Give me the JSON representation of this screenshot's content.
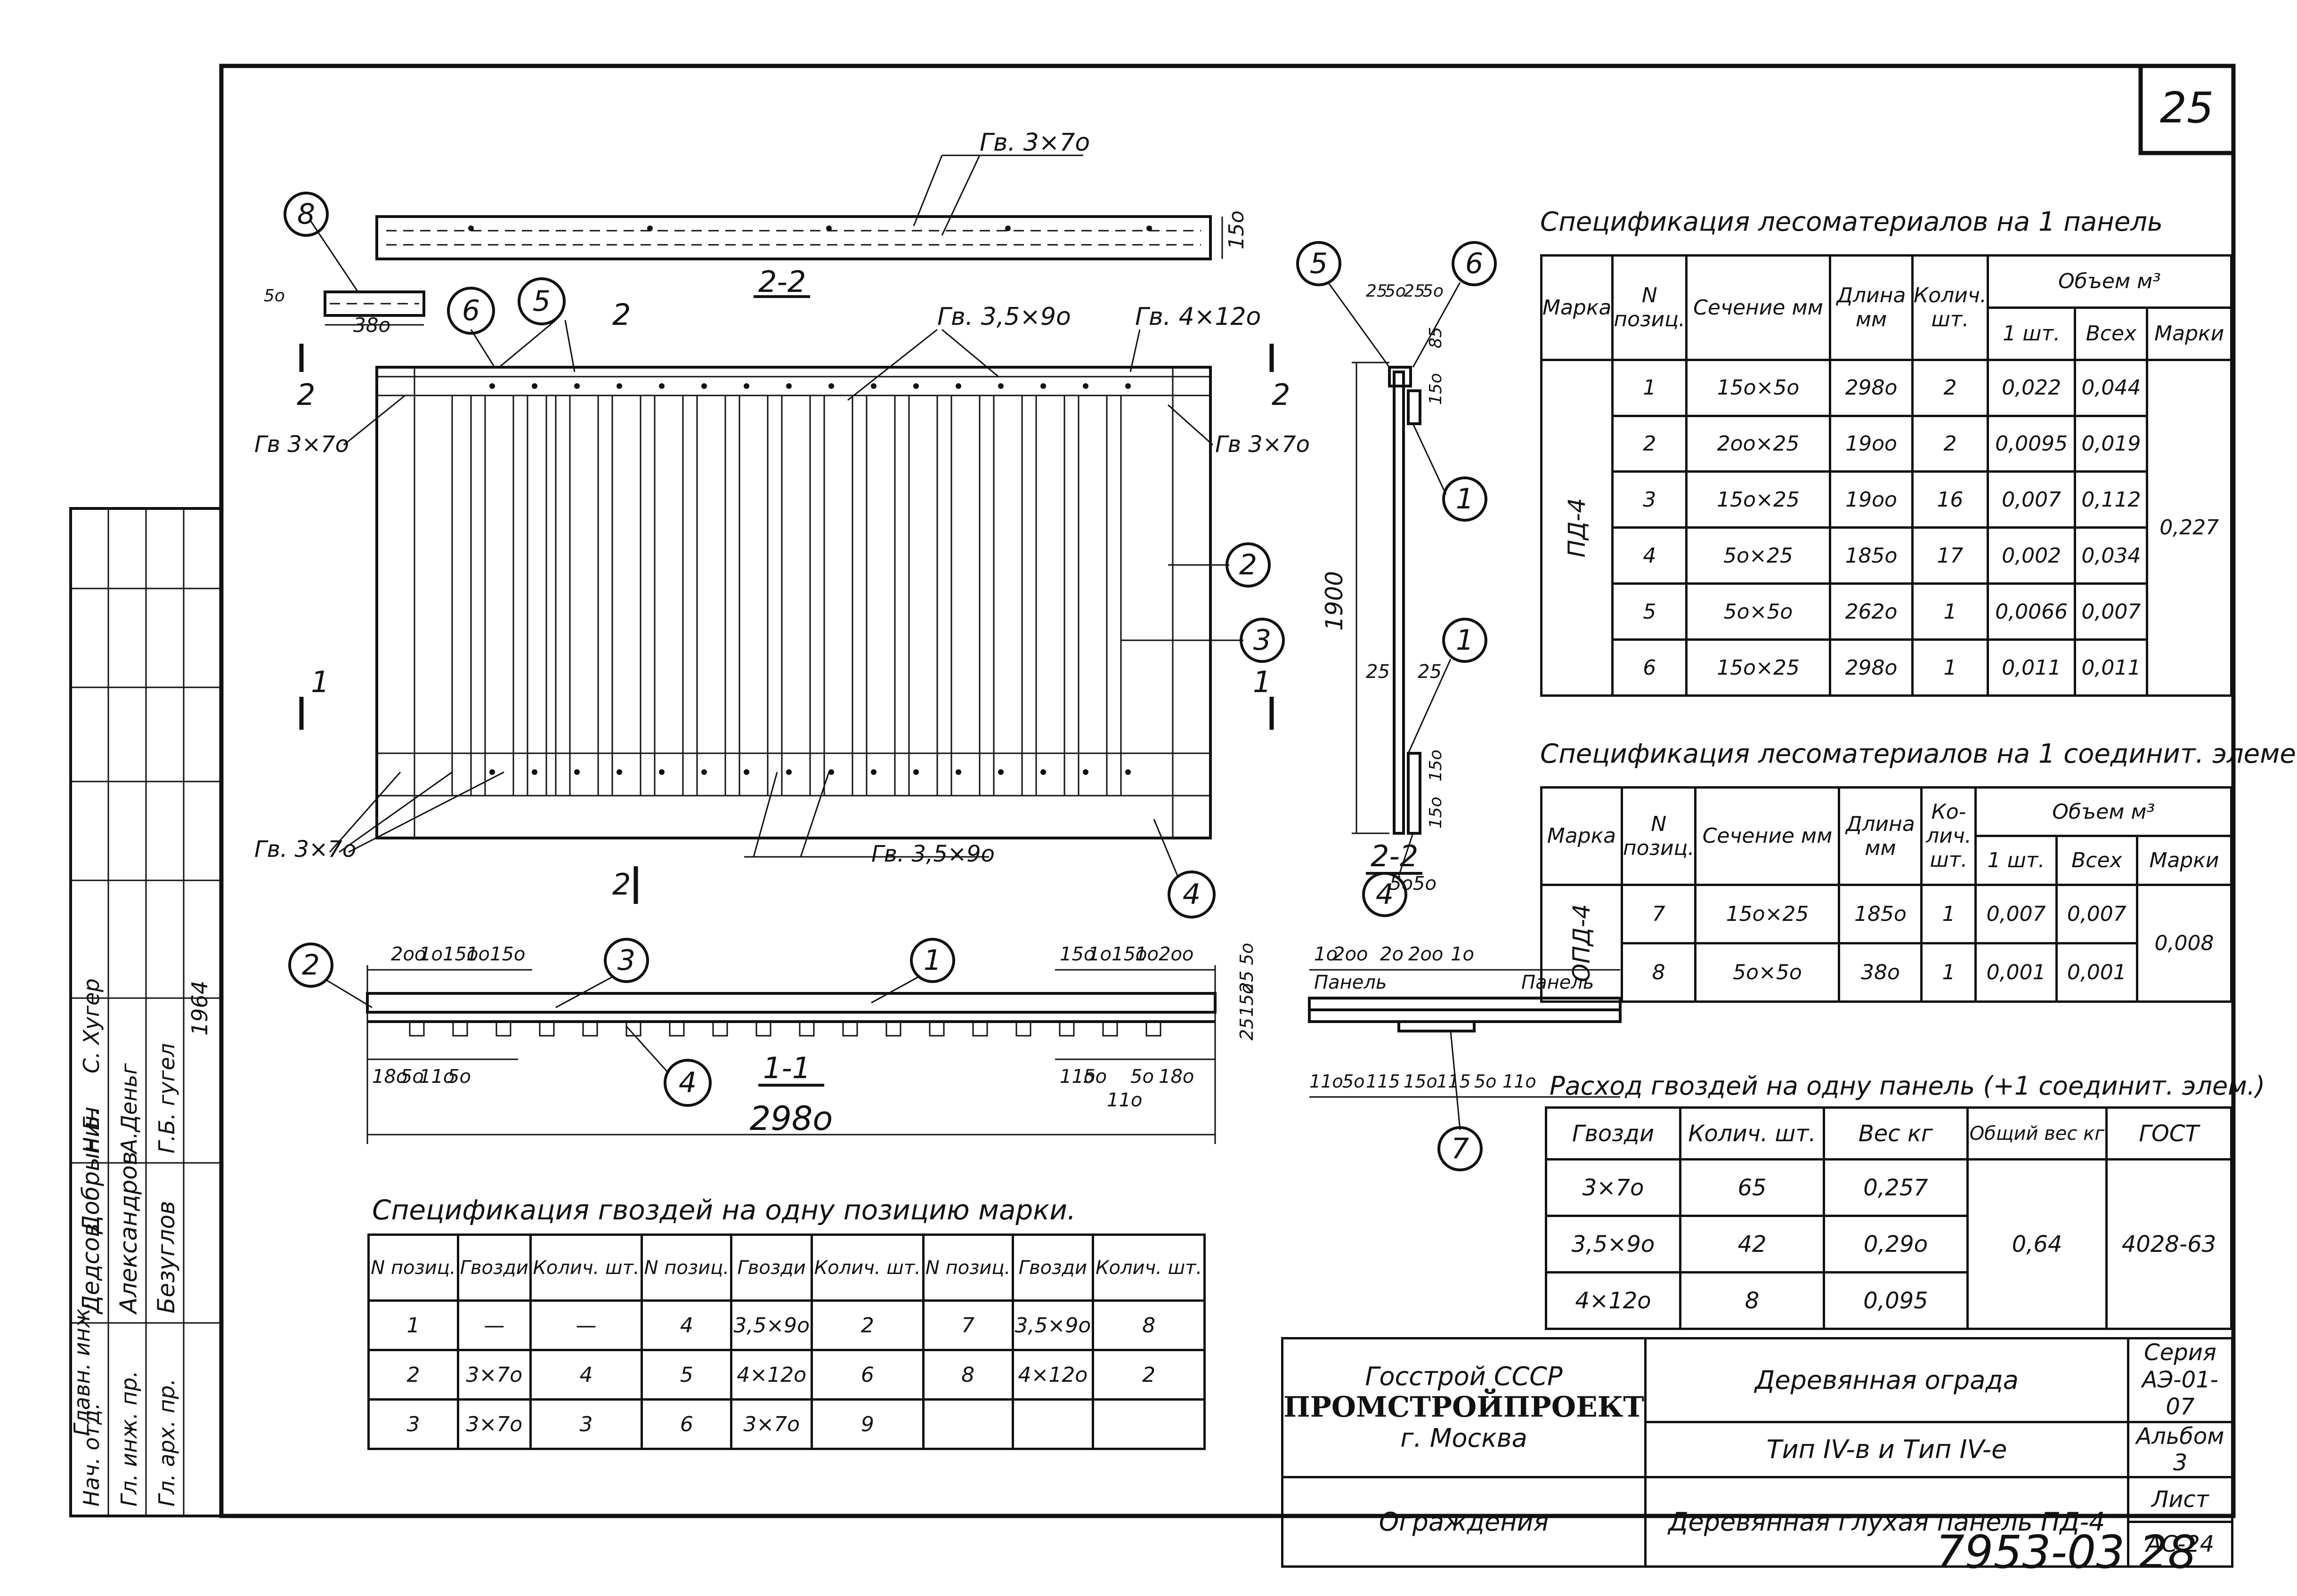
{
  "sheet_number": "25",
  "doc_number": "7953-03  28",
  "section_2_2_top": "2-2",
  "section_2_2_side": "2-2",
  "section_1_1": "1-1",
  "section_2_cut": "2",
  "section_1_cut": "1",
  "main_width": "298о",
  "small_piece_len": "38о",
  "side_height": "1900",
  "nail_labels": {
    "top_board": "Гв. 3×7о",
    "front_a": "Гв. 3,5×9о",
    "front_b": "Гв. 4×12о",
    "left_top": "Гв 3×7о",
    "right_top": "Гв 3×7о",
    "left_bottom": "Гв. 3×7о",
    "bottom_mid": "Гв. 3,5×9о"
  },
  "callouts": [
    "1",
    "2",
    "3",
    "4",
    "5",
    "6",
    "7",
    "8"
  ],
  "dims_1_1_top": [
    "2оо",
    "1о",
    "15о",
    "1о",
    "15о"
  ],
  "dims_1_1_top_r": [
    "15о",
    "1о",
    "15о",
    "1о",
    "2оо"
  ],
  "dims_1_1_bot": [
    "18о",
    "5о",
    "11о",
    "5о"
  ],
  "dims_1_1_bot_r": [
    "11о",
    "5о",
    "5о",
    "18о"
  ],
  "dims_1_1_bot_r2": "11о",
  "dims_1_1_side": [
    "5о",
    "25",
    "15о",
    "25"
  ],
  "joint_dims_top": [
    "1о",
    "2оо",
    "2о",
    "2оо",
    "1о"
  ],
  "joint_dims_bot": [
    "11о",
    "5о",
    "115",
    "15о",
    "115",
    "5о",
    "11о"
  ],
  "joint_labels": [
    "Панель",
    "Панель"
  ],
  "side_dims_top": [
    "25",
    "5о",
    "25",
    "5о"
  ],
  "side_dims_mid": [
    "25",
    "25"
  ],
  "side_dims_bot": [
    "5о",
    "5о"
  ],
  "side_dims_right": [
    "85",
    "15о",
    "15о",
    "15о"
  ],
  "top_board_dim": "15о",
  "small_dim": "5о",
  "spec1": {
    "title": "Спецификация лесоматериалов на  1 панель",
    "headers": [
      "Марка",
      "N позиц.",
      "Сечение мм",
      "Длина мм",
      "Колич. шт.",
      "Объем  м³",
      "1 шт.",
      "Всех",
      "Марки"
    ],
    "mark": "ПД-4",
    "total": "0,227",
    "rows": [
      [
        "1",
        "15о×5о",
        "298о",
        "2",
        "0,022",
        "0,044"
      ],
      [
        "2",
        "2оо×25",
        "19оо",
        "2",
        "0,0095",
        "0,019"
      ],
      [
        "3",
        "15о×25",
        "19оо",
        "16",
        "0,007",
        "0,112"
      ],
      [
        "4",
        "5о×25",
        "185о",
        "17",
        "0,002",
        "0,034"
      ],
      [
        "5",
        "5о×5о",
        "262о",
        "1",
        "0,0066",
        "0,007"
      ],
      [
        "6",
        "15о×25",
        "298о",
        "1",
        "0,011",
        "0,011"
      ]
    ]
  },
  "spec2": {
    "title": "Спецификация лесоматериалов на  1 соединит. элемент",
    "headers": [
      "Марка",
      "N позиц.",
      "Сечение мм",
      "Длина мм",
      "Ко-лич. шт.",
      "Объем  м³",
      "1 шт.",
      "Всех",
      "Марки"
    ],
    "mark": "ОПД-4",
    "total": "0,008",
    "rows": [
      [
        "7",
        "15о×25",
        "185о",
        "1",
        "0,007",
        "0,007"
      ],
      [
        "8",
        "5о×5о",
        "38о",
        "1",
        "0,001",
        "0,001"
      ]
    ]
  },
  "nails_use": {
    "title": "Расход гвоздей на одну панель (+1 соединит. элем.)",
    "headers": [
      "Гвозди",
      "Колич. шт.",
      "Вес кг",
      "Общий вес кг",
      "ГОСТ"
    ],
    "total_weight": "0,64",
    "gost": "4028-63",
    "rows": [
      [
        "3×7о",
        "65",
        "0,257"
      ],
      [
        "3,5×9о",
        "42",
        "0,29о"
      ],
      [
        "4×12о",
        "8",
        "0,095"
      ]
    ]
  },
  "nails_spec": {
    "title": "Спецификация гвоздей  на одну позицию марки.",
    "headers": [
      "N позиц.",
      "Гвозди",
      "Колич. шт."
    ],
    "rows": [
      [
        "1",
        "—",
        "—",
        "4",
        "3,5×9о",
        "2",
        "7",
        "3,5×9о",
        "8"
      ],
      [
        "2",
        "3×7о",
        "4",
        "5",
        "4×12о",
        "6",
        "8",
        "4×12о",
        "2"
      ],
      [
        "3",
        "3×7о",
        "3",
        "6",
        "3×7о",
        "9",
        "",
        "",
        ""
      ]
    ]
  },
  "title_block": {
    "org1": "Госстрой СССР",
    "org2": "ПРОМСТРОЙПРОЕКТ",
    "org3": "г. Москва",
    "project": "Деревянная ограда",
    "type": "Тип IV-в и Тип IV-е",
    "section": "Ограждения",
    "drawing": "Деревянная глухая панель ПД-4",
    "series_label": "Серия",
    "series": "АЭ-01-07",
    "album": "Альбом 3",
    "sheet_label": "Лист",
    "sheet": "АС-24"
  },
  "stamp": {
    "roles": [
      "Гл. арх. пр.",
      "Гл. инж. пр.",
      "Нач. отд.",
      "Главн. инж."
    ],
    "names": [
      "Безуглов",
      "Александров",
      "Дедсов",
      "Добрынин"
    ],
    "signatures": [
      "Г.Б. гугел",
      "А.Деньг",
      "Н.Б.",
      "С. Хугер"
    ],
    "year": "1964"
  }
}
